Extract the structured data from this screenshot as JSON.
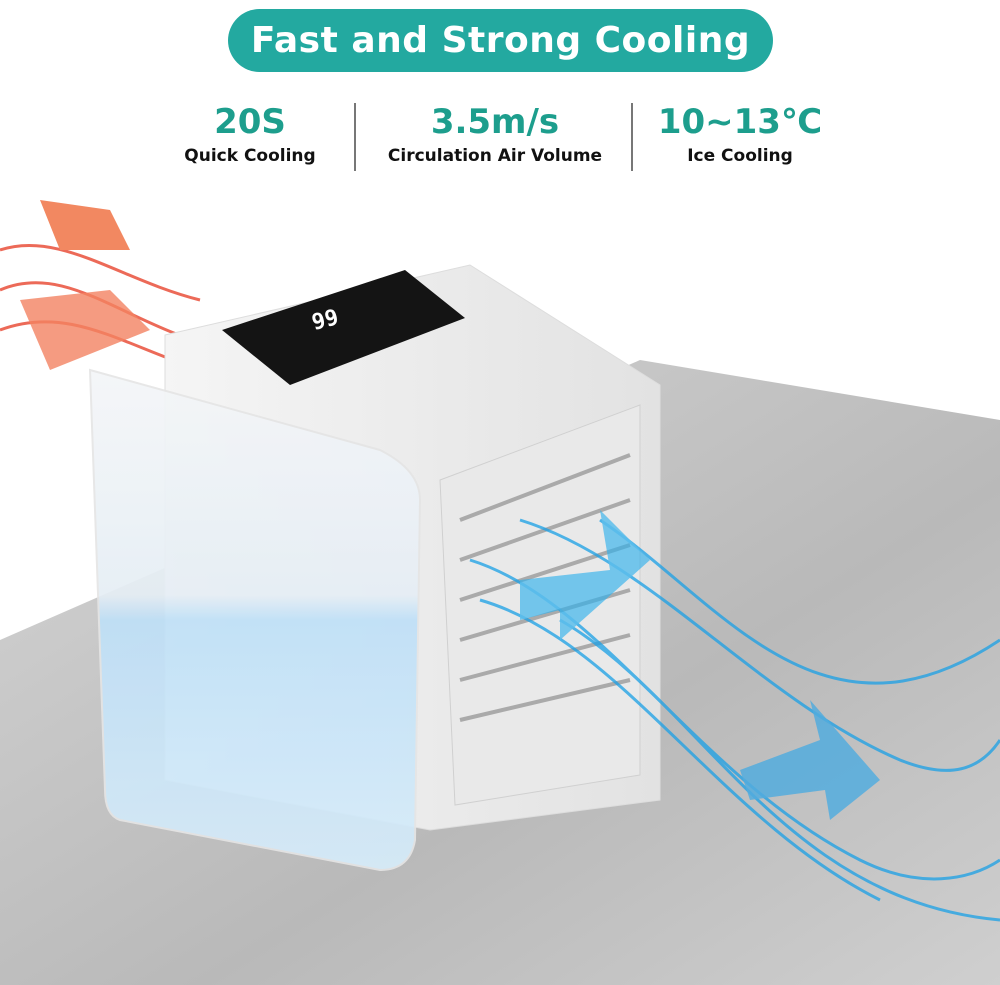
{
  "banner": {
    "title": "Fast and Strong Cooling",
    "color": "#23a9a0"
  },
  "stats": [
    {
      "value": "20S",
      "label": "Quick Cooling"
    },
    {
      "value": "3.5m/s",
      "label": "Circulation Air Volume"
    },
    {
      "value": "10~13℃",
      "label": "Ice Cooling"
    }
  ],
  "accent_value_color": "#1d9e8d",
  "product": {
    "display_reading": "99",
    "hot_air_color": "#e8452f",
    "cool_air_color": "#1aa0e6"
  }
}
